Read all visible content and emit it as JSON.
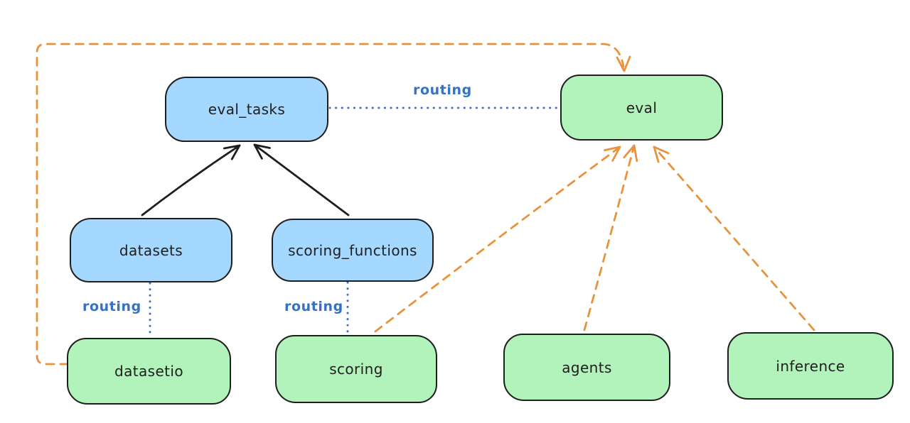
{
  "diagram": {
    "nodes": [
      {
        "id": "eval_tasks",
        "label": "eval_tasks",
        "kind": "resource",
        "fill": "#a5d8ff"
      },
      {
        "id": "eval",
        "label": "eval",
        "kind": "api",
        "fill": "#b2f2bb"
      },
      {
        "id": "datasets",
        "label": "datasets",
        "kind": "resource",
        "fill": "#a5d8ff"
      },
      {
        "id": "scoring_functions",
        "label": "scoring_functions",
        "kind": "resource",
        "fill": "#a5d8ff"
      },
      {
        "id": "datasetio",
        "label": "datasetio",
        "kind": "api",
        "fill": "#b2f2bb"
      },
      {
        "id": "scoring",
        "label": "scoring",
        "kind": "api",
        "fill": "#b2f2bb"
      },
      {
        "id": "agents",
        "label": "agents",
        "kind": "api",
        "fill": "#b2f2bb"
      },
      {
        "id": "inference",
        "label": "inference",
        "kind": "api",
        "fill": "#b2f2bb"
      }
    ],
    "edges": [
      {
        "from": "datasets",
        "to": "eval_tasks",
        "style": "solid-arrow",
        "color": "#1e1e1e"
      },
      {
        "from": "scoring_functions",
        "to": "eval_tasks",
        "style": "solid-arrow",
        "color": "#1e1e1e"
      },
      {
        "from": "eval_tasks",
        "to": "eval",
        "style": "dotted",
        "color": "#3572c6",
        "label": "routing"
      },
      {
        "from": "datasets",
        "to": "datasetio",
        "style": "dotted",
        "color": "#3572c6",
        "label": "routing"
      },
      {
        "from": "scoring_functions",
        "to": "scoring",
        "style": "dotted",
        "color": "#3572c6",
        "label": "routing"
      },
      {
        "from": "datasetio",
        "to": "eval",
        "style": "dashed-arrow",
        "color": "#e8933c"
      },
      {
        "from": "scoring",
        "to": "eval",
        "style": "dashed-arrow",
        "color": "#e8933c"
      },
      {
        "from": "agents",
        "to": "eval",
        "style": "dashed-arrow",
        "color": "#e8933c"
      },
      {
        "from": "inference",
        "to": "eval",
        "style": "dashed-arrow",
        "color": "#e8933c"
      }
    ],
    "colors": {
      "background": "#ffffff",
      "node_border": "#1e1e1e",
      "blue_fill": "#a5d8ff",
      "green_fill": "#b2f2bb",
      "routing_blue": "#3572c6",
      "dashed_orange": "#e8933c"
    }
  }
}
